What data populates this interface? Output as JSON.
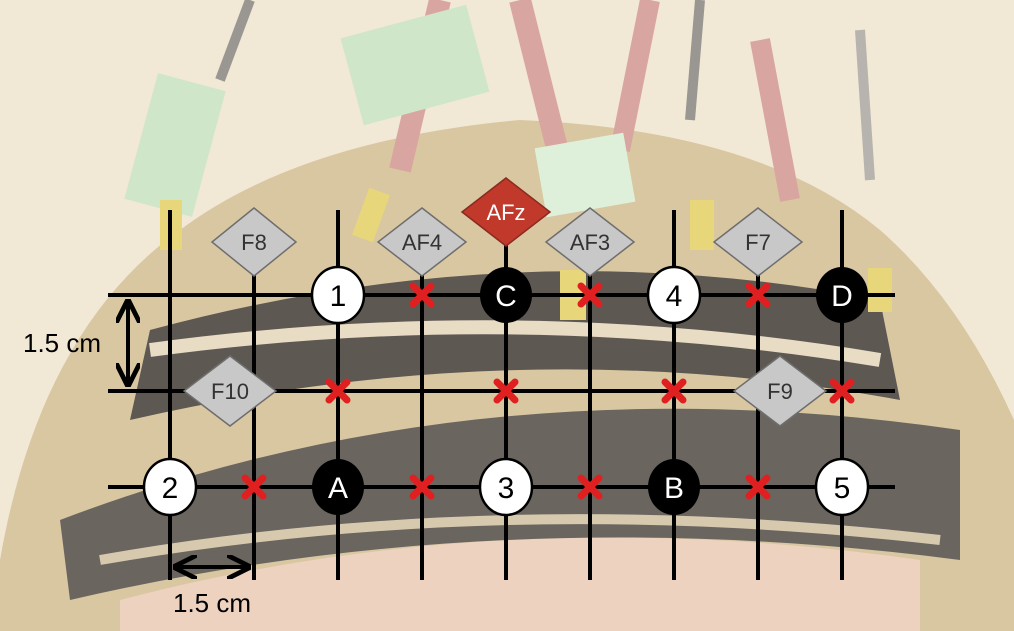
{
  "scale": {
    "vertical_label": "1.5 cm",
    "horizontal_label": "1.5 cm"
  },
  "sources": [
    {
      "id": "src-1",
      "label": "1"
    },
    {
      "id": "src-2",
      "label": "2"
    },
    {
      "id": "src-3",
      "label": "3"
    },
    {
      "id": "src-4",
      "label": "4"
    },
    {
      "id": "src-5",
      "label": "5"
    }
  ],
  "detectors": [
    {
      "id": "det-a",
      "label": "A"
    },
    {
      "id": "det-b",
      "label": "B"
    },
    {
      "id": "det-c",
      "label": "C"
    },
    {
      "id": "det-d",
      "label": "D"
    }
  ],
  "eeg_positions": [
    {
      "id": "f8",
      "label": "F8"
    },
    {
      "id": "af4",
      "label": "AF4"
    },
    {
      "id": "afz",
      "label": "AFz"
    },
    {
      "id": "af3",
      "label": "AF3"
    },
    {
      "id": "f7",
      "label": "F7"
    },
    {
      "id": "f10",
      "label": "F10"
    },
    {
      "id": "f9",
      "label": "F9"
    }
  ],
  "colors": {
    "grid": "#000000",
    "source_fill": "#ffffff",
    "detector_fill": "#000000",
    "eeg_fill": "#c8c8c8",
    "afz_fill": "#c0392b",
    "channel_mark": "#e02020"
  }
}
